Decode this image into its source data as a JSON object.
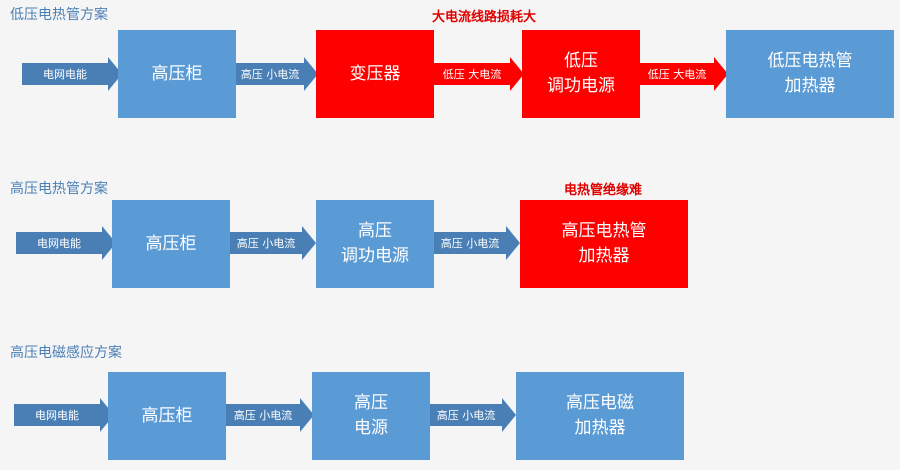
{
  "schemes": [
    {
      "title": "低压电热管方案",
      "note": "大电流线路损耗大",
      "input_arrow": "电网电能",
      "boxes": [
        "高压柜",
        "变压器",
        "低压\n调功电源",
        "低压电热管\n加热器"
      ],
      "links": [
        "高压 小电流",
        "低压 大电流",
        "低压 大电流"
      ]
    },
    {
      "title": "高压电热管方案",
      "note": "电热管绝缘难",
      "input_arrow": "电网电能",
      "boxes": [
        "高压柜",
        "高压\n调功电源",
        "高压电热管\n加热器"
      ],
      "links": [
        "高压 小电流",
        "高压 小电流"
      ]
    },
    {
      "title": "高压电磁感应方案",
      "input_arrow": "电网电能",
      "boxes": [
        "高压柜",
        "高压\n电源",
        "高压电磁\n加热器"
      ],
      "links": [
        "高压 小电流",
        "高压 小电流"
      ]
    }
  ],
  "colors": {
    "box_blue": "#5b9bd5",
    "arrow_blue": "#4a7fb5",
    "warning_red": "#ff0000",
    "background": "#f5f5f5"
  }
}
